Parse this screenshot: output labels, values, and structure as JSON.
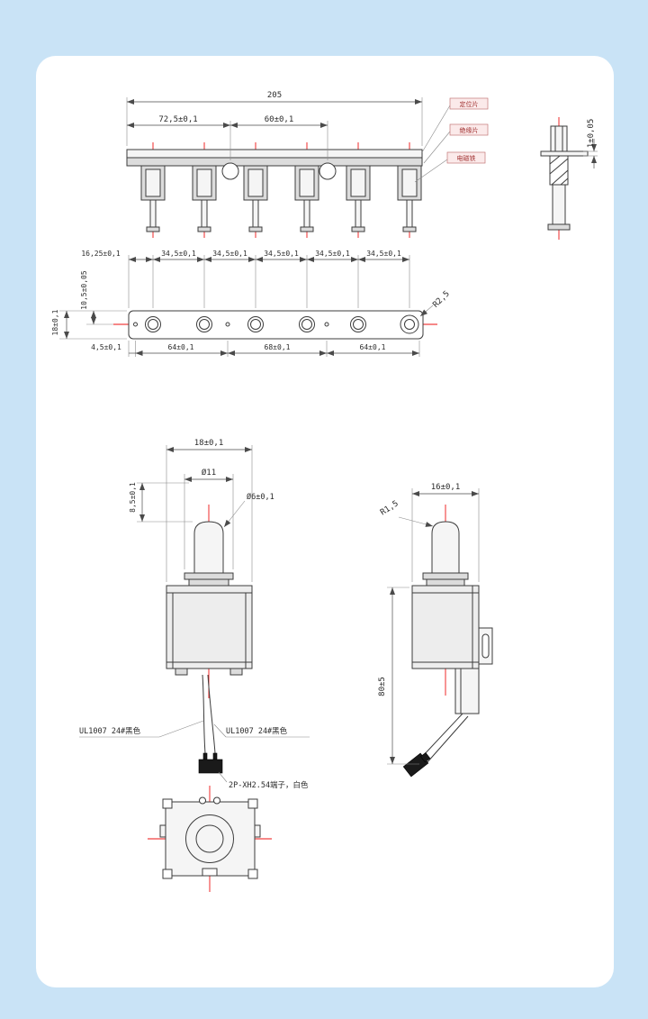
{
  "colors": {
    "background": "#c9e3f6",
    "card": "#ffffff",
    "line": "#3c3c3c",
    "centerline": "#ee1111",
    "connector": "#1a1a1a"
  },
  "views": {
    "assembly_top": {
      "dim_total": "205",
      "dim_left": "72,5±0,1",
      "dim_mid": "60±0,1",
      "callouts": [
        "定位片",
        "绝缘片",
        "电磁铁"
      ]
    },
    "clip_side": {
      "dim_thickness": "1±0,05"
    },
    "strip": {
      "dim_first": "16,25±0,1",
      "dim_pitch": [
        "34,5±0,1",
        "34,5±0,1",
        "34,5±0,1",
        "34,5±0,1",
        "34,5±0,1"
      ],
      "dim_height": "18±0,1",
      "dim_center": "10,5±0,05",
      "dim_bottom": [
        "4,5±0,1",
        "64±0,1",
        "68±0,1",
        "64±0,1"
      ],
      "dim_radius": "R2,5"
    },
    "solenoid_front": {
      "dim_width": "18±0,1",
      "dim_flange": "Ø11",
      "dim_plunger": "Ø6±0,1",
      "dim_stroke": "8,5±0,1",
      "wire_label_left": "UL1007 24#黑色",
      "wire_label_right": "UL1007 24#黑色",
      "connector_label": "2P-XH2.54端子，白色"
    },
    "solenoid_side": {
      "dim_width": "16±0,1",
      "dim_radius": "R1,5",
      "dim_length": "80±5"
    }
  }
}
